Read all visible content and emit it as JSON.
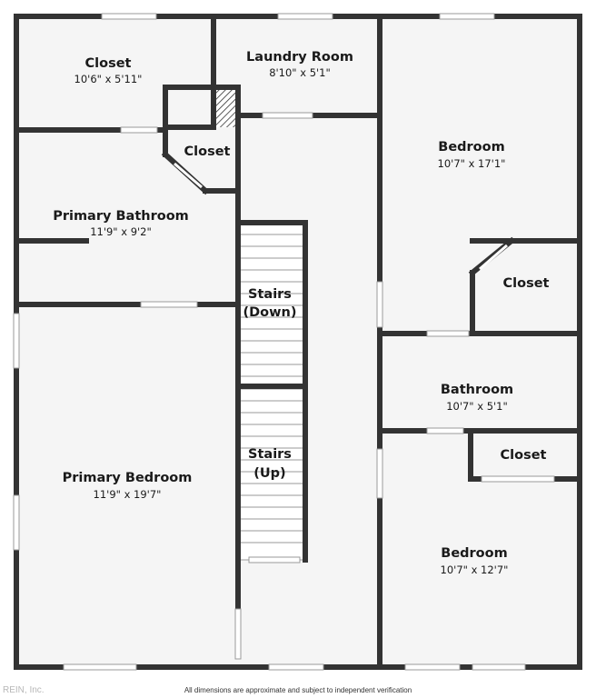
{
  "rooms": {
    "closet_top_left": {
      "name": "Closet",
      "dims": "10'6\" x 5'11\""
    },
    "laundry": {
      "name": "Laundry Room",
      "dims": "8'10\" x 5'1\""
    },
    "bedroom_top_right": {
      "name": "Bedroom",
      "dims": "10'7\" x 17'1\""
    },
    "closet_small_mid": {
      "name": "Closet"
    },
    "primary_bathroom": {
      "name": "Primary Bathroom",
      "dims": "11'9\" x 9'2\""
    },
    "stairs_down": {
      "name_line1": "Stairs",
      "name_line2": "(Down)"
    },
    "closet_right": {
      "name": "Closet"
    },
    "bathroom": {
      "name": "Bathroom",
      "dims": "10'7\" x 5'1\""
    },
    "stairs_up": {
      "name_line1": "Stairs",
      "name_line2": "(Up)"
    },
    "closet_lower_right": {
      "name": "Closet"
    },
    "primary_bedroom": {
      "name": "Primary Bedroom",
      "dims": "11'9\" x 19'7\""
    },
    "bedroom_bottom_right": {
      "name": "Bedroom",
      "dims": "10'7\" x 12'7\""
    }
  },
  "footer": {
    "brand": "REIN, Inc.",
    "disclaimer": "All dimensions are approximate and subject to independent verification"
  },
  "colors": {
    "wall": "#333333",
    "floor": "#f5f5f5",
    "window": "#ffffff"
  }
}
